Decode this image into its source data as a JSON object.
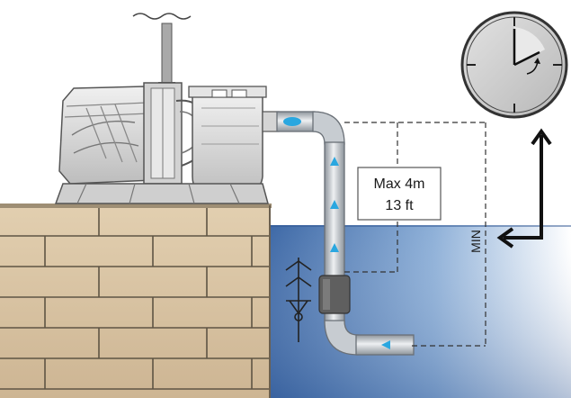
{
  "labels": {
    "max_height_m": "Max 4m",
    "max_height_ft": "13 ft",
    "min_level": "MIN"
  },
  "colors": {
    "water_dark": "#3f6aa8",
    "water_light": "#ffffff",
    "brick": "#d8c2a0",
    "mortar": "#6e6353",
    "pipe": "#c9cdd2",
    "flow_arrow": "#2aa7e0",
    "clock_face": "#c8c8c8",
    "pump_body": "#d9d9d9"
  },
  "icons": {
    "clock": "clock-icon",
    "foot_valve": "foot-valve-symbol-icon",
    "flow_arrow": "flow-arrow-icon",
    "double_arrow": "double-arrow-icon"
  }
}
